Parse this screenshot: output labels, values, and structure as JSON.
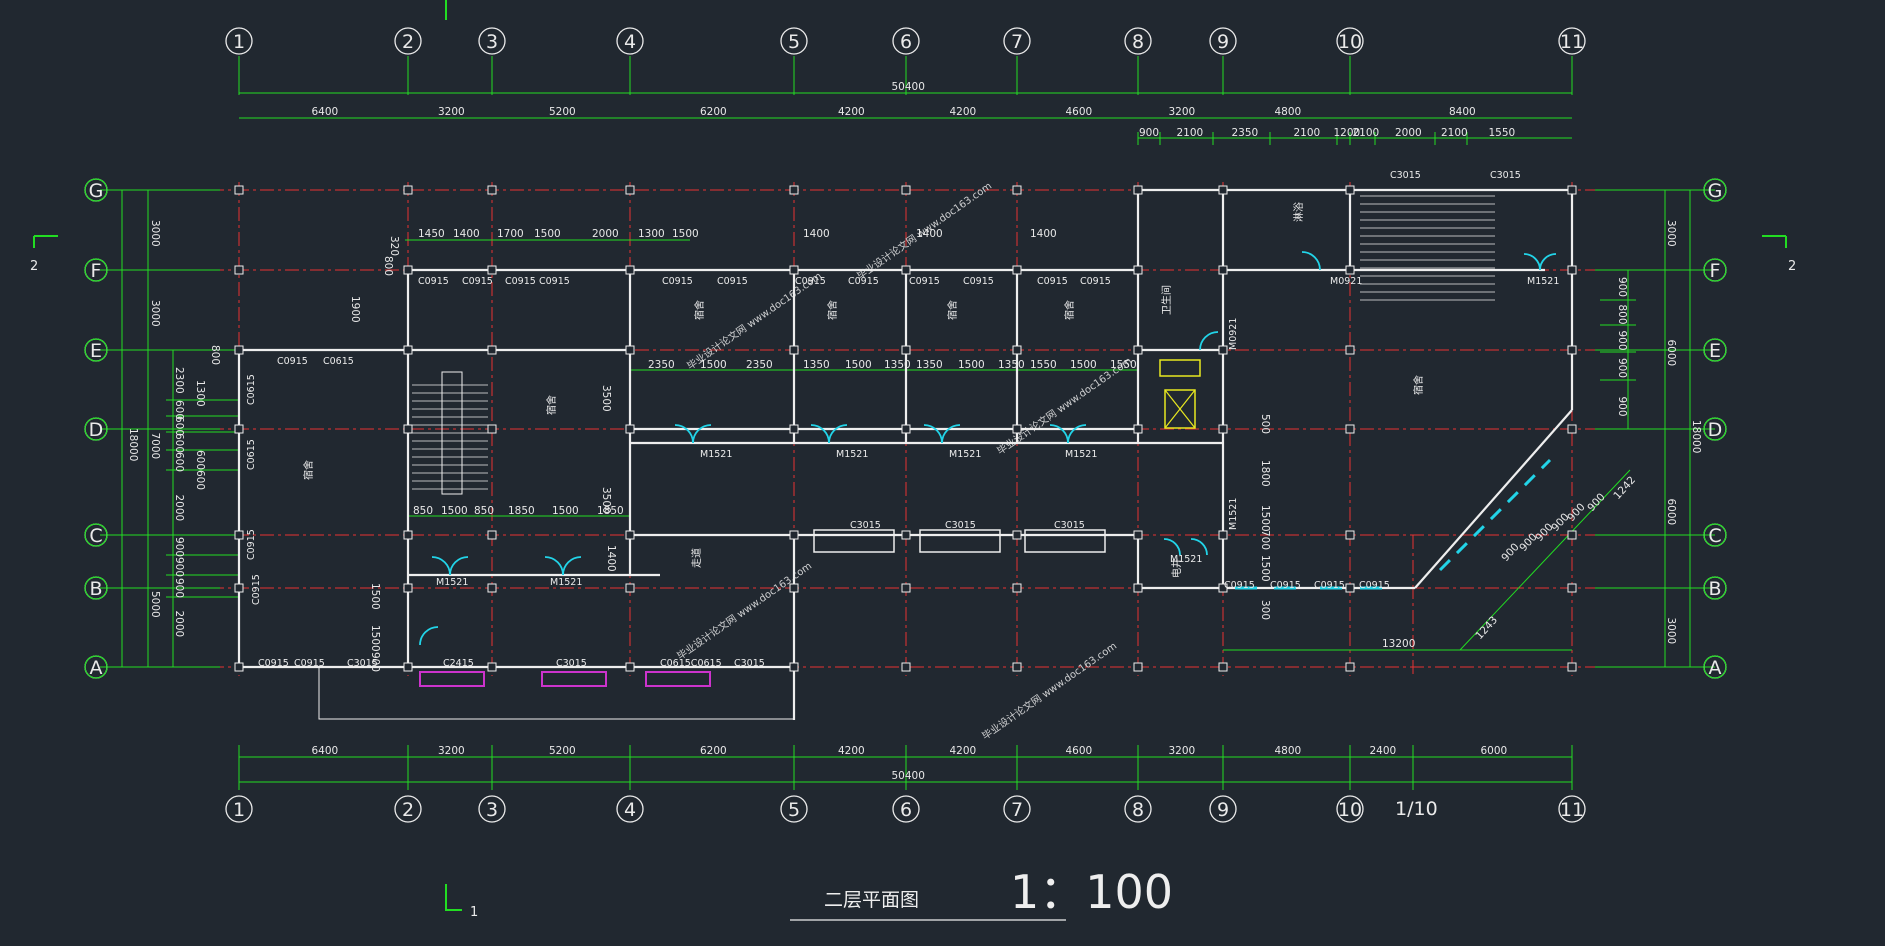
{
  "drawing": {
    "title": "二层平面图",
    "scale": "1：100",
    "section_mark": "2",
    "section_mark_bottom": "1"
  },
  "axes": {
    "columns": [
      "1",
      "2",
      "3",
      "4",
      "5",
      "6",
      "7",
      "8",
      "9",
      "10",
      "11"
    ],
    "rows": [
      "G",
      "F",
      "E",
      "D",
      "C",
      "B",
      "A"
    ],
    "extra_column": "1/10"
  },
  "dimensions": {
    "total_width": "50400",
    "top_spans": [
      "6400",
      "3200",
      "5200",
      "6200",
      "4200",
      "4200",
      "4600",
      "3200",
      "4800",
      "8400"
    ],
    "bottom_spans": [
      "6400",
      "3200",
      "5200",
      "6200",
      "4200",
      "4200",
      "4600",
      "3200",
      "4800",
      "2400",
      "6000"
    ],
    "top_detail": [
      "900",
      "2100",
      "2350",
      "2100",
      "1200",
      "2100",
      "2000",
      "2100",
      "1550"
    ],
    "left_total": "18000",
    "left_spans": [
      "3000",
      "3000",
      "7000",
      "5000"
    ],
    "left_detail": [
      "2300",
      "600",
      "600",
      "600",
      "600",
      "2000",
      "900",
      "900",
      "900",
      "2000"
    ],
    "right_total": "18000",
    "right_spans": [
      "3000",
      "6000",
      "6000",
      "3000"
    ],
    "right_detail": [
      "900",
      "800",
      "900",
      "900",
      "900"
    ],
    "inner_upper": [
      "1450",
      "1400",
      "1700",
      "1500",
      "2000",
      "1300",
      "1500",
      "1400",
      "1400",
      "1400"
    ],
    "inner_mid": [
      "2350",
      "1500",
      "2350",
      "1350",
      "1500",
      "1350",
      "1350",
      "1500",
      "1350",
      "1550",
      "1500",
      "1550"
    ],
    "inner_stair": [
      "850",
      "1500",
      "850",
      "1850",
      "1500",
      "1850"
    ],
    "diag": [
      "1242",
      "900",
      "900",
      "900",
      "900",
      "900",
      "900",
      "1243"
    ],
    "corridor_span": "13200",
    "small_dims": [
      "320",
      "800",
      "1900",
      "800",
      "1300",
      "3500",
      "3500",
      "1400",
      "500",
      "1800",
      "1500",
      "700",
      "1500",
      "300",
      "1500",
      "1500",
      "900",
      "600",
      "600"
    ]
  },
  "labels": {
    "windows": [
      "C0915",
      "C0615",
      "C3015",
      "C2415",
      "C0615C0615",
      "C0915"
    ],
    "doors": [
      "M1521",
      "M0921",
      "M1521"
    ],
    "rooms": [
      "宿舍",
      "宿舍",
      "宿舍",
      "宿舍",
      "宿舍",
      "宿舍",
      "宿舍",
      "走道",
      "电井",
      "卫生间",
      "淋浴",
      "宿舍"
    ],
    "watermark": "毕业设计论文网 www.doc163.com"
  },
  "colors": {
    "background": "#212830",
    "axis": "#e63232",
    "dimension": "#22dd22",
    "wall": "#eeeeee",
    "door": "#22d4e8",
    "window_frame": "#cc33cc",
    "watermark": "#d05050"
  }
}
